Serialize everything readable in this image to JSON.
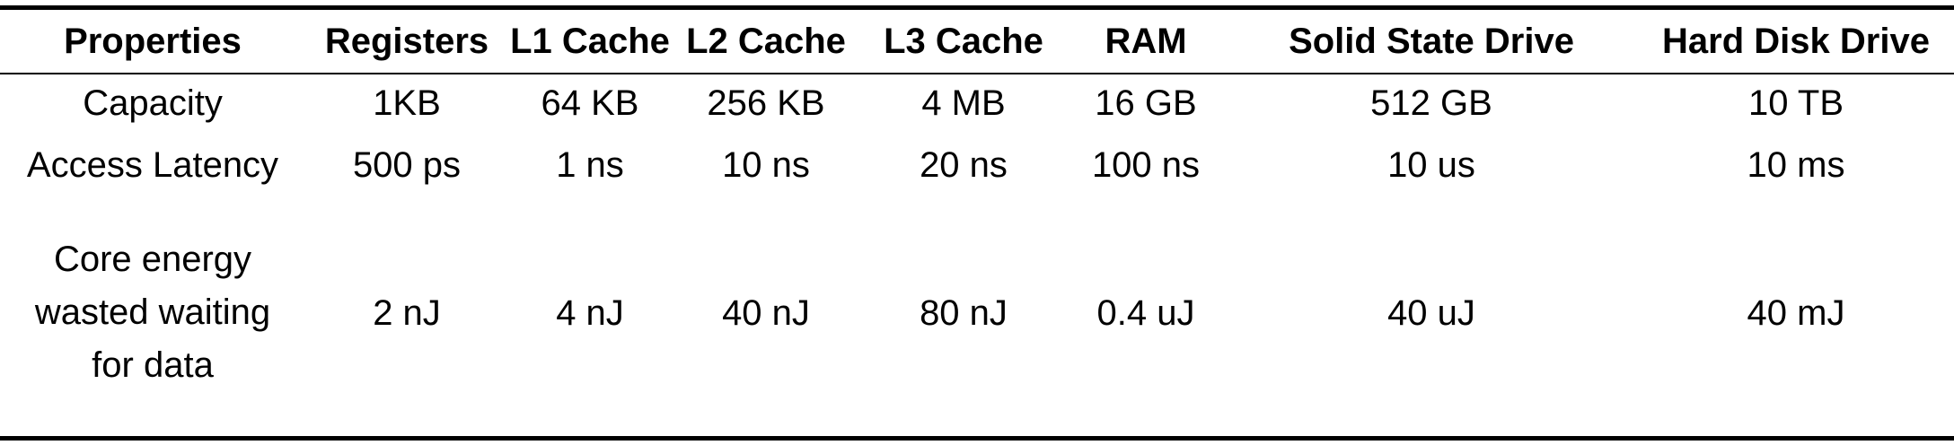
{
  "table": {
    "headers": [
      "Properties",
      "Registers",
      "L1 Cache",
      "L2 Cache",
      "L3 Cache",
      "RAM",
      "Solid State Drive",
      "Hard Disk Drive"
    ],
    "rows": [
      {
        "label": "Capacity",
        "values": [
          "1KB",
          "64 KB",
          "256 KB",
          "4 MB",
          "16 GB",
          "512 GB",
          "10 TB"
        ]
      },
      {
        "label": "Access Latency",
        "values": [
          "500 ps",
          "1 ns",
          "10 ns",
          "20 ns",
          "100 ns",
          "10 us",
          "10 ms"
        ]
      },
      {
        "label_lines": [
          "Core energy",
          "wasted waiting",
          "for data"
        ],
        "values": [
          "2 nJ",
          "4 nJ",
          "40 nJ",
          "80 nJ",
          "0.4 uJ",
          "40 uJ",
          "40 mJ"
        ]
      }
    ]
  }
}
